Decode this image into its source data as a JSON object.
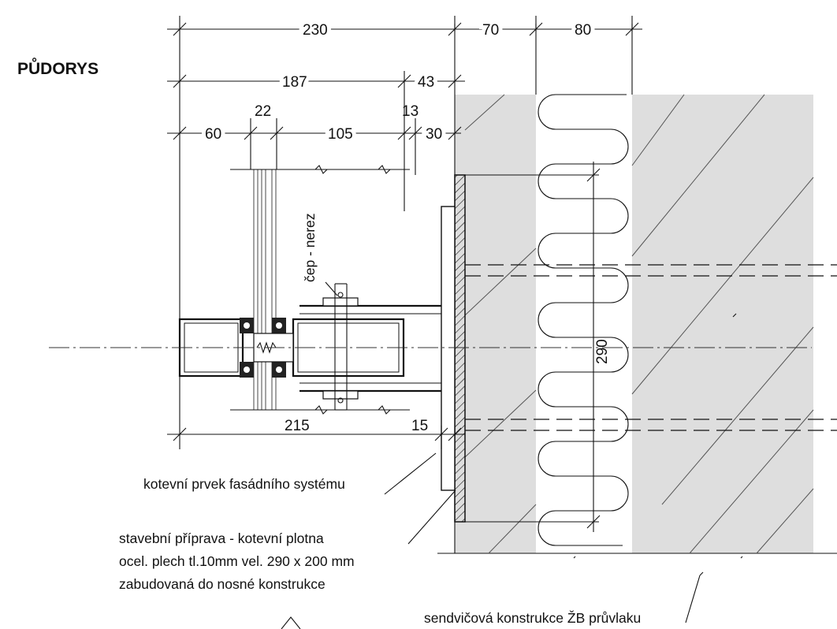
{
  "title": "PŮDORYS",
  "dimensions": {
    "d230": "230",
    "d70": "70",
    "d80": "80",
    "d187": "187",
    "d43": "43",
    "d22": "22",
    "d13": "13",
    "d60": "60",
    "d105": "105",
    "d30": "30",
    "d290": "290",
    "d215": "215",
    "d15": "15"
  },
  "labels": {
    "pin": "čep - nerez",
    "anchor_element": "kotevní prvek fasádního systému",
    "plate_line1": "stavební příprava - kotevní plotna",
    "plate_line2": "ocel. plech tl.10mm  vel. 290 x 200 mm",
    "plate_line3": "zabudovaná do nosné konstrukce",
    "sandwich": "sendvičová konstrukce ŽB průvlaku"
  }
}
